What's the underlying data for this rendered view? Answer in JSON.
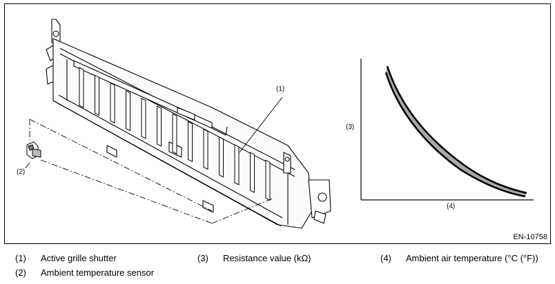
{
  "figure": {
    "code": "EN-10758",
    "callouts": {
      "c1": "(1)",
      "c2": "(2)",
      "c3": "(3)",
      "c4": "(4)"
    }
  },
  "legend": [
    {
      "num": "(1)",
      "text": "Active grille shutter"
    },
    {
      "num": "(2)",
      "text": "Ambient temperature sensor"
    },
    {
      "num": "(3)",
      "text": "Resistance value (kΩ)"
    },
    {
      "num": "(4)",
      "text": "Ambient air temperature (°C (°F))"
    }
  ]
}
